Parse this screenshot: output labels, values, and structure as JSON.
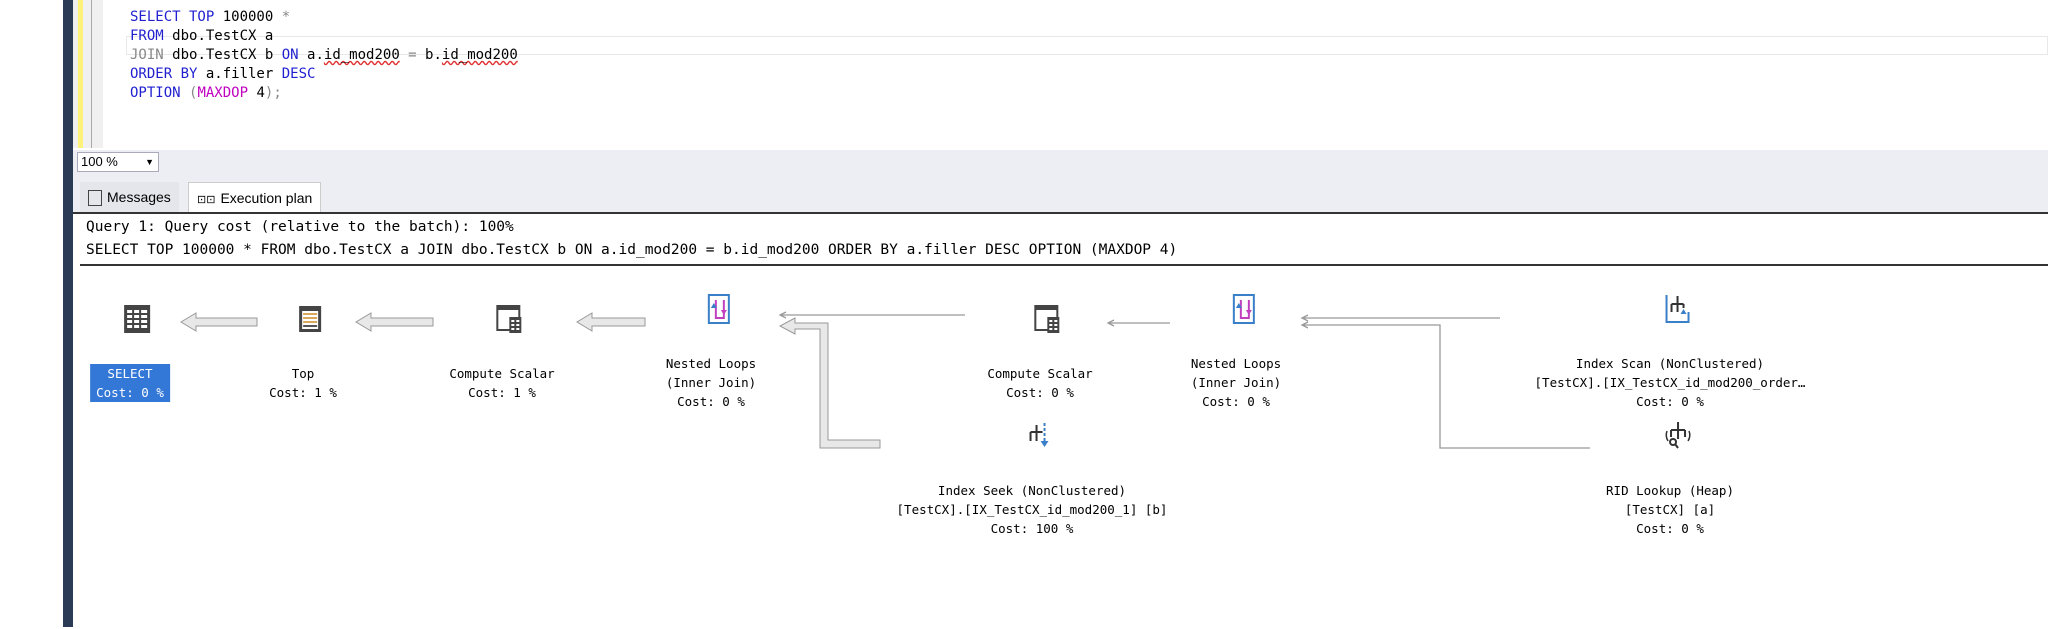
{
  "editor": {
    "lines": [
      [
        {
          "t": "SELECT TOP ",
          "c": "kw"
        },
        {
          "t": "100000 ",
          "c": ""
        },
        {
          "t": "*",
          "c": "gr"
        }
      ],
      [
        {
          "t": "FROM ",
          "c": "kw"
        },
        {
          "t": "dbo.TestCX a",
          "c": ""
        }
      ],
      [
        {
          "t": "JOIN ",
          "c": "gr"
        },
        {
          "t": "dbo.TestCX b ",
          "c": ""
        },
        {
          "t": "ON ",
          "c": "kw"
        },
        {
          "t": "a.",
          "c": ""
        },
        {
          "t": "id_mod200",
          "c": "sq"
        },
        {
          "t": " = ",
          "c": "gr"
        },
        {
          "t": "b.",
          "c": ""
        },
        {
          "t": "id_mod200",
          "c": "sq"
        }
      ],
      [
        {
          "t": "ORDER BY ",
          "c": "kw"
        },
        {
          "t": "a.filler ",
          "c": ""
        },
        {
          "t": "DESC",
          "c": "kw"
        }
      ],
      [
        {
          "t": "OPTION ",
          "c": "kw"
        },
        {
          "t": "(",
          "c": "gr"
        },
        {
          "t": "MAXDOP ",
          "c": "fn"
        },
        {
          "t": "4",
          "c": ""
        },
        {
          "t": ");",
          "c": "gr"
        }
      ]
    ]
  },
  "zoom": {
    "value": "100 %"
  },
  "tabs": [
    {
      "label": "Messages",
      "icon": "messages-icon"
    },
    {
      "label": "Execution plan",
      "icon": "execution-plan-icon",
      "active": true
    }
  ],
  "plan": {
    "header1": "Query 1: Query cost (relative to the batch): 100%",
    "header2": "SELECT TOP 100000 * FROM dbo.TestCX a JOIN dbo.TestCX b ON a.id_mod200 = b.id_mod200 ORDER BY a.filler DESC OPTION (MAXDOP 4)",
    "nodes": {
      "select": {
        "name": "SELECT",
        "cost": "Cost: 0 %"
      },
      "top": {
        "name": "Top",
        "cost": "Cost: 1 %"
      },
      "cs1": {
        "name": "Compute Scalar",
        "cost": "Cost: 1 %"
      },
      "nl1": {
        "name": "Nested Loops",
        "sub": "(Inner Join)",
        "cost": "Cost: 0 %"
      },
      "cs2": {
        "name": "Compute Scalar",
        "cost": "Cost: 0 %"
      },
      "nl2": {
        "name": "Nested Loops",
        "sub": "(Inner Join)",
        "cost": "Cost: 0 %"
      },
      "scan": {
        "name": "Index Scan (NonClustered)",
        "sub": "[TestCX].[IX_TestCX_id_mod200_order…",
        "cost": "Cost: 0 %"
      },
      "seek": {
        "name": "Index Seek (NonClustered)",
        "sub": "[TestCX].[IX_TestCX_id_mod200_1] [b]",
        "cost": "Cost: 100 %"
      },
      "rid": {
        "name": "RID Lookup (Heap)",
        "sub": "[TestCX] [a]",
        "cost": "Cost: 0 %"
      }
    }
  },
  "colors": {
    "accent": "#3378d6",
    "nested_loops": "#c040c0",
    "index_blue": "#3a80c8"
  }
}
